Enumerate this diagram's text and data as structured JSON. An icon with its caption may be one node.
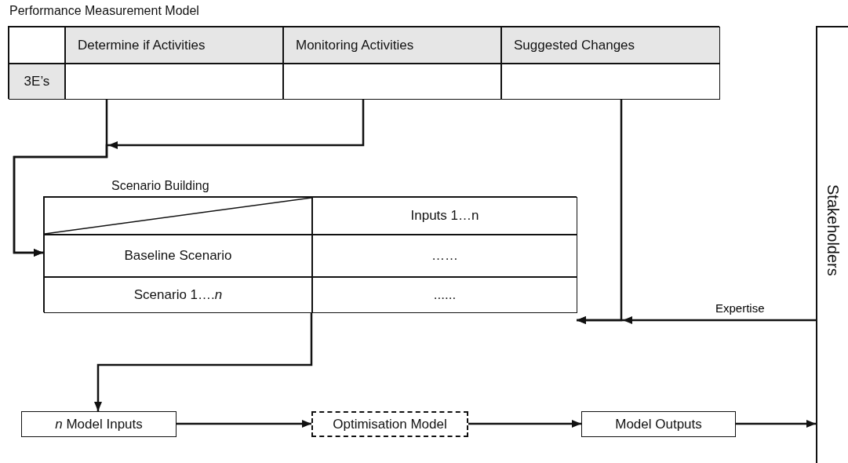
{
  "diagram": {
    "nodes": [
      {
        "text": [
          "Performance Measurement Model"
        ]
      },
      {
        "text": [],
        "shape": "box",
        "in": 0
      },
      {
        "text": [
          "Determine if Activities"
        ],
        "in": 0
      },
      {
        "text": [
          "Monitoring Activities"
        ],
        "in": 0
      },
      {
        "text": [
          "Suggested Changes"
        ],
        "in": 0
      },
      {
        "text": [
          "3E’s"
        ],
        "in": 0
      },
      {
        "text": [],
        "shape": "box",
        "in": 0
      },
      {
        "text": [],
        "shape": "box",
        "in": 0
      },
      {
        "text": [],
        "shape": "box",
        "in": 0
      },
      {
        "text": [
          "Scenario Building"
        ]
      },
      {
        "text": [],
        "shape": "box",
        "in": 9
      },
      {
        "text": [
          "Inputs 1…n"
        ],
        "in": 9
      },
      {
        "text": [
          "Baseline Scenario"
        ],
        "in": 9
      },
      {
        "text": [
          "……"
        ],
        "in": 9
      },
      {
        "text": [
          "Scenario 1….*n*"
        ],
        "in": 9
      },
      {
        "text": [
          "......"
        ],
        "in": 9
      },
      {
        "text": [
          "Stakeholders"
        ]
      },
      {
        "text": [
          "*n* Model Inputs"
        ]
      },
      {
        "text": [
          "Optimisation Model"
        ]
      },
      {
        "text": [
          "Model Outputs"
        ]
      }
    ],
    "edges": [
      {
        "from": 6,
        "to": 12,
        "arrow": "to"
      },
      {
        "from": 7,
        "to": 12,
        "arrow": "to"
      },
      {
        "from": 8,
        "to": 15,
        "arrow": "to"
      },
      {
        "from": 16,
        "to": 15,
        "arrow": "to",
        "label": "Expertise"
      },
      {
        "from": 9,
        "to": 17,
        "arrow": "to"
      },
      {
        "from": 17,
        "to": 18,
        "arrow": "to"
      },
      {
        "from": 18,
        "to": 19,
        "arrow": "to"
      },
      {
        "from": 19,
        "to": 16,
        "arrow": "to"
      }
    ]
  }
}
